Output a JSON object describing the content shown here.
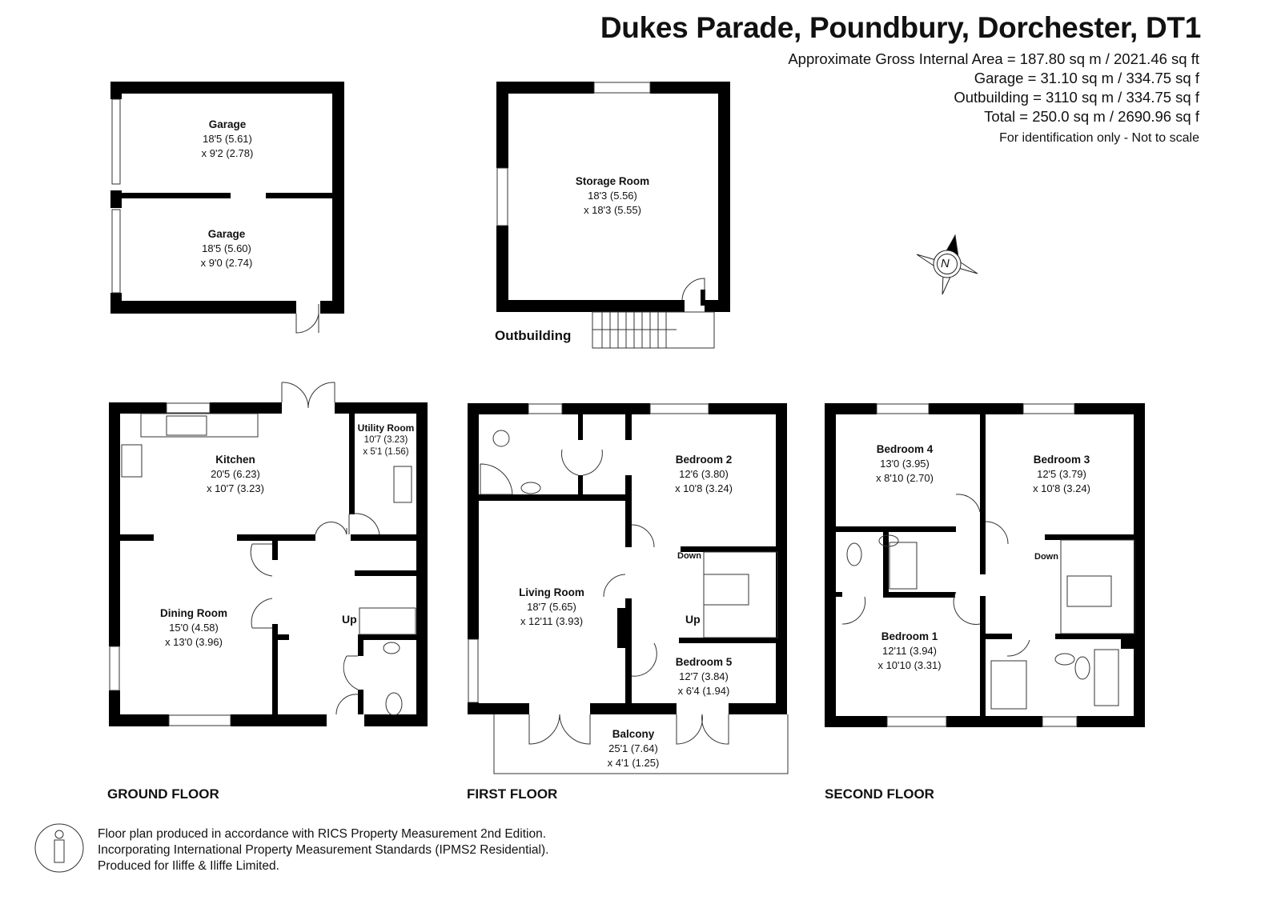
{
  "header": {
    "title": "Dukes Parade, Poundbury, Dorchester, DT1",
    "areas": [
      "Approximate Gross Internal Area = 187.80 sq m / 2021.46 sq ft",
      "Garage = 31.10 sq m / 334.75 sq f",
      "Outbuilding = 3110 sq m / 334.75 sq f",
      "Total = 250.0 sq m / 2690.96 sq f"
    ],
    "note": "For identification only - Not to scale"
  },
  "compass": {
    "label": "N"
  },
  "outbuilding": {
    "label": "Outbuilding",
    "garage_1": {
      "name": "Garage",
      "dim1": "18'5 (5.61)",
      "dim2": "x 9'2 (2.78)"
    },
    "garage_2": {
      "name": "Garage",
      "dim1": "18'5 (5.60)",
      "dim2": "x 9'0 (2.74)"
    },
    "storage": {
      "name": "Storage Room",
      "dim1": "18'3 (5.56)",
      "dim2": "x 18'3 (5.55)"
    }
  },
  "ground_floor": {
    "label": "GROUND FLOOR",
    "kitchen": {
      "name": "Kitchen",
      "dim1": "20'5 (6.23)",
      "dim2": "x 10'7 (3.23)"
    },
    "utility": {
      "name": "Utility Room",
      "dim1": "10'7 (3.23)",
      "dim2": "x 5'1 (1.56)"
    },
    "dining": {
      "name": "Dining Room",
      "dim1": "15'0 (4.58)",
      "dim2": "x 13'0 (3.96)"
    },
    "stairs_up": "Up"
  },
  "first_floor": {
    "label": "FIRST FLOOR",
    "bedroom2": {
      "name": "Bedroom 2",
      "dim1": "12'6 (3.80)",
      "dim2": "x 10'8 (3.24)"
    },
    "living": {
      "name": "Living Room",
      "dim1": "18'7 (5.65)",
      "dim2": "x 12'11 (3.93)"
    },
    "bedroom5": {
      "name": "Bedroom 5",
      "dim1": "12'7 (3.84)",
      "dim2": "x 6'4 (1.94)"
    },
    "balcony": {
      "name": "Balcony",
      "dim1": "25'1 (7.64)",
      "dim2": "x 4'1 (1.25)"
    },
    "stairs_down": "Down",
    "stairs_up": "Up"
  },
  "second_floor": {
    "label": "SECOND FLOOR",
    "bedroom4": {
      "name": "Bedroom 4",
      "dim1": "13'0 (3.95)",
      "dim2": "x 8'10 (2.70)"
    },
    "bedroom3": {
      "name": "Bedroom 3",
      "dim1": "12'5 (3.79)",
      "dim2": "x 10'8 (3.24)"
    },
    "bedroom1": {
      "name": "Bedroom 1",
      "dim1": "12'11 (3.94)",
      "dim2": "x 10'10 (3.31)"
    },
    "stairs_down": "Down"
  },
  "footer": {
    "lines": [
      "Floor plan produced in accordance with RICS Property Measurement 2nd Edition.",
      "Incorporating International Property Measurement Standards (IPMS2 Residential).",
      "Produced for Iliffe & Iliffe Limited."
    ]
  }
}
